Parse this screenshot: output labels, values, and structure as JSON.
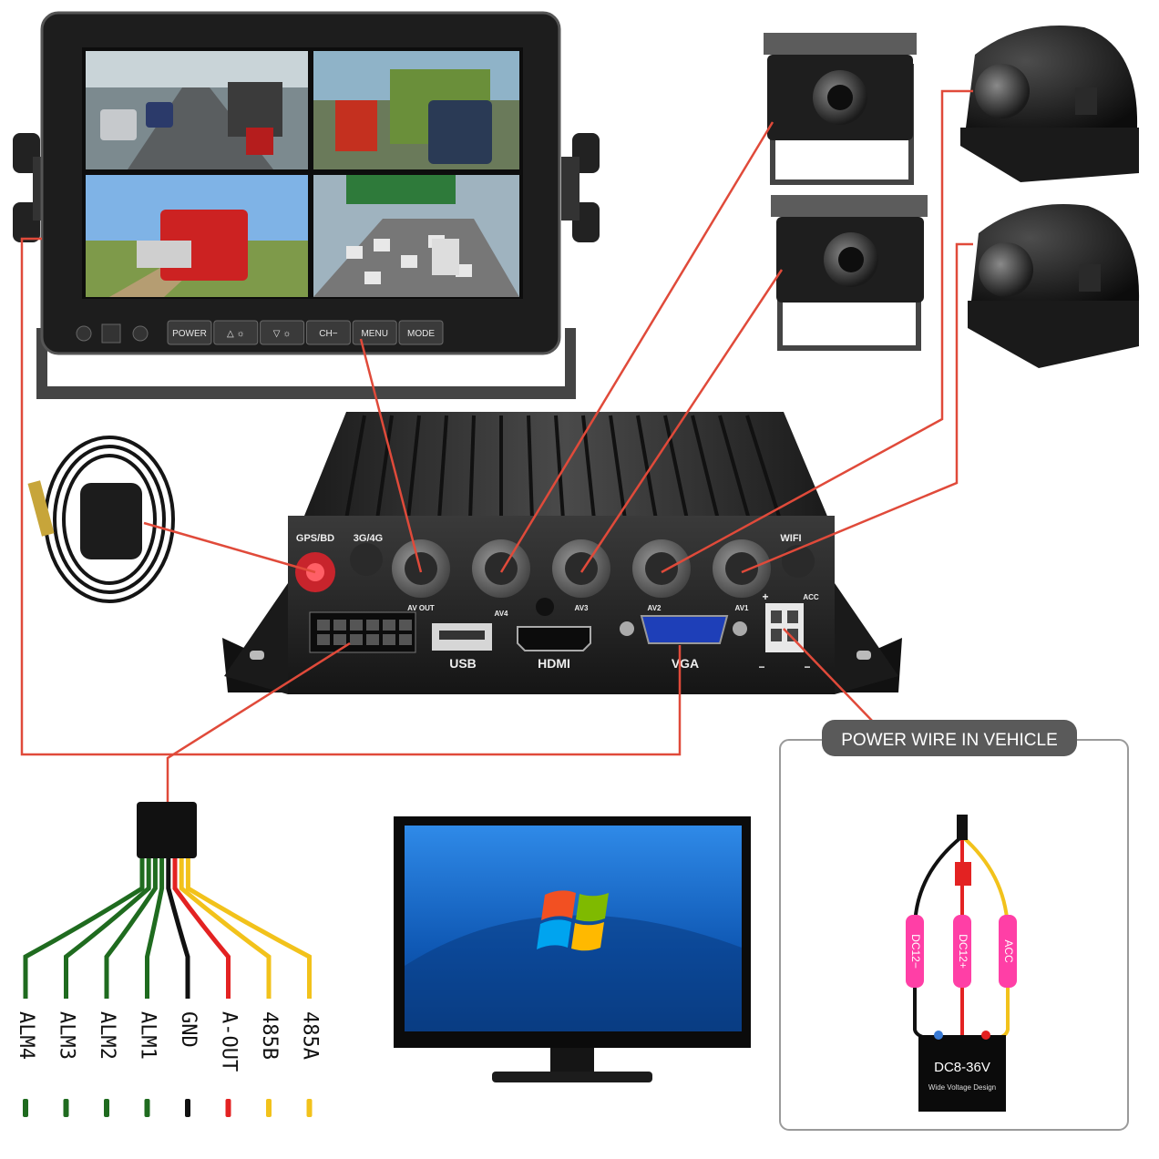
{
  "monitor": {
    "buttons": [
      "POWER",
      "△ ☼",
      "▽ ☼",
      "CH−",
      "MENU",
      "MODE"
    ]
  },
  "dvr": {
    "ports": {
      "gps": "GPS/BD",
      "g34": "3G/4G",
      "wifi": "WIFI",
      "av_out": "AV OUT",
      "av4": "AV4",
      "av3": "AV3",
      "av2": "AV2",
      "av1": "AV1",
      "usb": "USB",
      "hdmi": "HDMI",
      "vga": "VGA",
      "acc": "ACC",
      "plus": "+",
      "minus": "−"
    }
  },
  "harness": {
    "wires": [
      {
        "label": "ALM4",
        "color": "#1f6b1f"
      },
      {
        "label": "ALM3",
        "color": "#1f6b1f"
      },
      {
        "label": "ALM2",
        "color": "#1f6b1f"
      },
      {
        "label": "ALM1",
        "color": "#1f6b1f"
      },
      {
        "label": "GND",
        "color": "#111111"
      },
      {
        "label": "A-OUT",
        "color": "#e32222"
      },
      {
        "label": "485B",
        "color": "#f2c21b"
      },
      {
        "label": "485A",
        "color": "#f2c21b"
      }
    ]
  },
  "power": {
    "title": "POWER WIRE IN VEHICLE",
    "wire_labels": [
      "DC12−",
      "DC12+",
      "ACC"
    ],
    "module_title": "DC8-36V",
    "module_sub": "Wide Voltage Design"
  },
  "colors": {
    "connector_line": "#e04a3a",
    "dark_panel": "#2b2b2b",
    "screen_blue": "#1b6fd1",
    "fuse_pink": "#ff3fa6"
  }
}
